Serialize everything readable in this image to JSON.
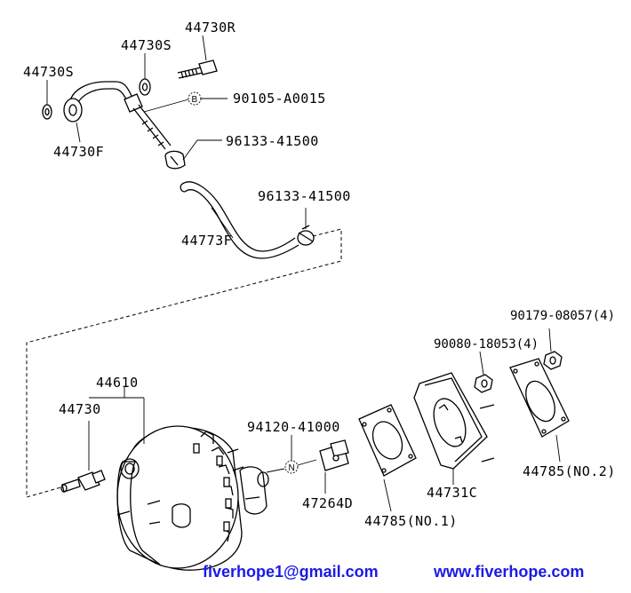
{
  "labels": {
    "p44730R": "44730R",
    "p44730S_top": "44730S",
    "p44730S_left": "44730S",
    "p90105": "90105-A0015",
    "p44730F": "44730F",
    "p96133_a": "96133-41500",
    "p96133_b": "96133-41500",
    "p44773F": "44773F",
    "p90179": "90179-08057(4)",
    "p90080": "90080-18053(4)",
    "p44610": "44610",
    "p44730": "44730",
    "p94120": "94120-41000",
    "p47264D": "47264D",
    "p44785_1": "44785(NO.1)",
    "p44731C": "44731C",
    "p44785_2": "44785(NO.2)"
  },
  "markers": {
    "b": "B",
    "n": "N"
  },
  "watermark": {
    "email": "fiverhope1@gmail.com",
    "website": "www.fiverhope.com",
    "color": "#1a1ae6"
  }
}
